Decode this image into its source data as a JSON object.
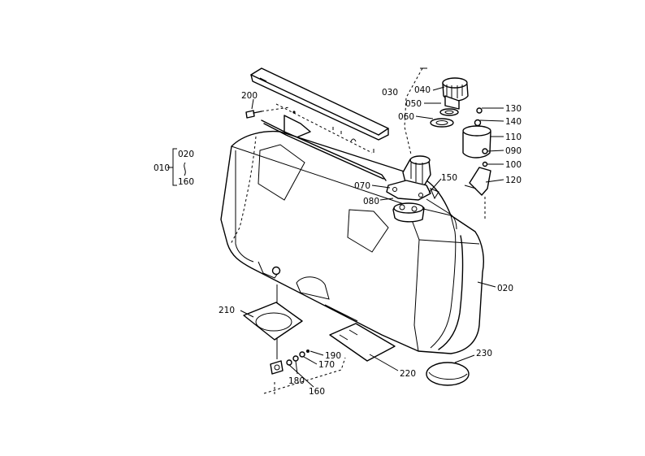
{
  "labels": {
    "p010": "010",
    "p020_group": "020",
    "p160_group": "160",
    "p020": "020",
    "p030": "030",
    "p040": "040",
    "p050": "050",
    "p060": "060",
    "p070": "070",
    "p080": "080",
    "p090": "090",
    "p100": "100",
    "p110": "110",
    "p120": "120",
    "p130": "130",
    "p140": "140",
    "p150": "150",
    "p160": "160",
    "p170": "170",
    "p180": "180",
    "p190": "190",
    "p200": "200",
    "p210": "210",
    "p220": "220",
    "p230": "230"
  }
}
